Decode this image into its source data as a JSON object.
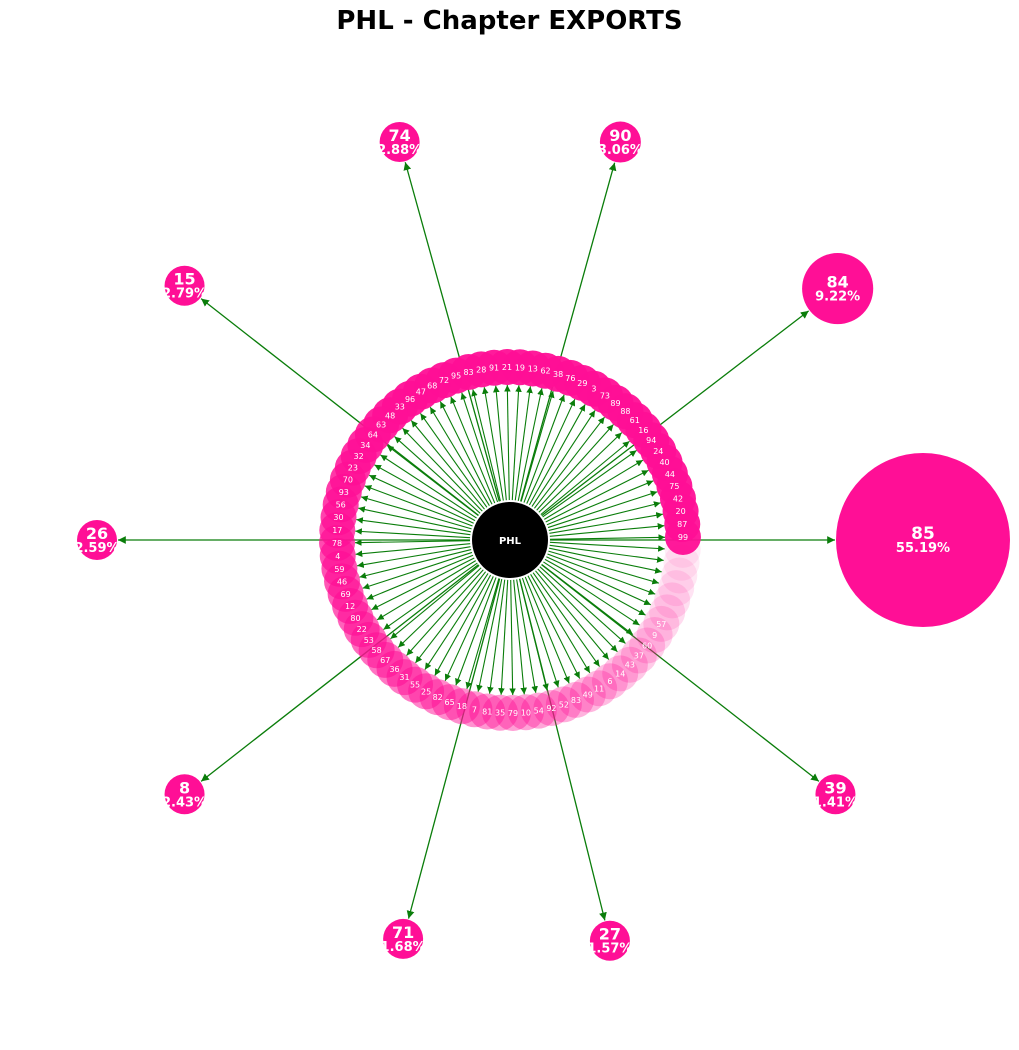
{
  "title": "PHL - Chapter EXPORTS",
  "center": {
    "label": "PHL"
  },
  "colors": {
    "node": "#ff0f96",
    "edge": "#0a7d0a",
    "hub": "#000000",
    "text": "#ffffff"
  },
  "top_partners": [
    {
      "code": "85",
      "share": "55.19%",
      "value": 55.19
    },
    {
      "code": "84",
      "share": "9.22%",
      "value": 9.22
    },
    {
      "code": "90",
      "share": "3.06%",
      "value": 3.06
    },
    {
      "code": "74",
      "share": "2.88%",
      "value": 2.88
    },
    {
      "code": "15",
      "share": "2.79%",
      "value": 2.79
    },
    {
      "code": "26",
      "share": "2.59%",
      "value": 2.59
    },
    {
      "code": "8",
      "share": "2.43%",
      "value": 2.43
    },
    {
      "code": "71",
      "share": "1.68%",
      "value": 1.68
    },
    {
      "code": "27",
      "share": "1.57%",
      "value": 1.57
    },
    {
      "code": "39",
      "share": "1.41%",
      "value": 1.41
    }
  ],
  "ring_labels": [
    "99",
    "87",
    "20",
    "42",
    "75",
    "44",
    "40",
    "24",
    "94",
    "16",
    "61",
    "88",
    "89",
    "73",
    "3",
    "29",
    "76",
    "38",
    "62",
    "13",
    "19",
    "21",
    "91",
    "28",
    "83",
    "95",
    "72",
    "68",
    "47",
    "96",
    "33",
    "48",
    "63",
    "64",
    "34",
    "32",
    "23",
    "70",
    "93",
    "56",
    "30",
    "17",
    "78",
    "4",
    "59",
    "46",
    "69",
    "12",
    "80",
    "22",
    "53",
    "58",
    "67",
    "36",
    "31",
    "55",
    "25",
    "82",
    "65",
    "18",
    "7",
    "81",
    "35",
    "79",
    "10",
    "54",
    "92",
    "52",
    "83",
    "49",
    "11",
    "6",
    "14",
    "43",
    "37",
    "60",
    "9",
    "57",
    "",
    "",
    "",
    "",
    "",
    ""
  ]
}
